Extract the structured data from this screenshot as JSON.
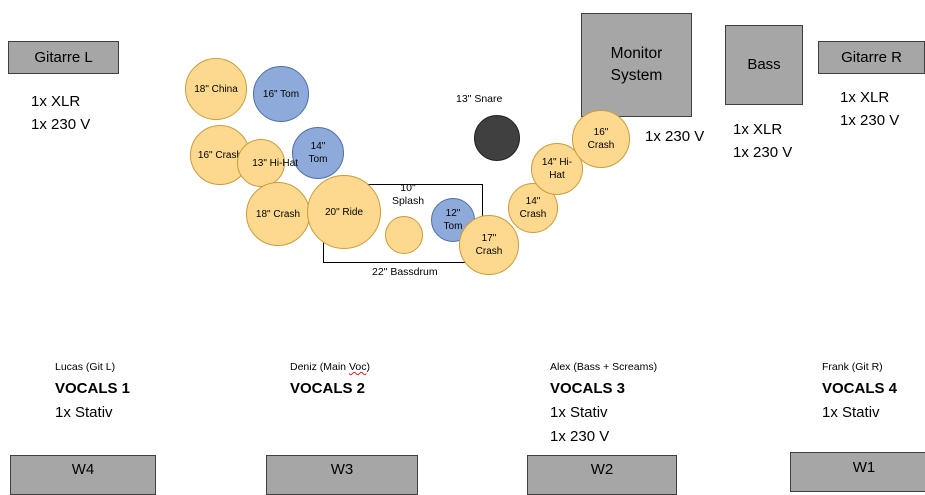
{
  "stage": {
    "gitarre_l": {
      "label": "Gitarre L",
      "req1": "1x XLR",
      "req2": "1x 230 V"
    },
    "monitor": {
      "label": "Monitor\nSystem",
      "req": "1x 230 V"
    },
    "bass": {
      "label": "Bass",
      "req1": "1x XLR",
      "req2": "1x 230 V"
    },
    "gitarre_r": {
      "label": "Gitarre R",
      "req1": "1x XLR",
      "req2": "1x 230 V"
    }
  },
  "drums": {
    "china18": "18\" China",
    "tom16": "16\" Tom",
    "crash16_left": "16\" Crash",
    "hihat13": "13\" Hi-Hat",
    "tom14": "14\"\nTom",
    "crash18": "18\" Crash",
    "ride20": "20\" Ride",
    "splash10": "10\"\nSplash",
    "tom12": "12\"\nTom",
    "crash17": "17\"\nCrash",
    "crash14": "14\"\nCrash",
    "hihat14": "14\" Hi-\nHat",
    "crash16_right": "16\"\nCrash",
    "snare": "13\" Snare",
    "bassdrum": "22\" Bassdrum"
  },
  "vocals": [
    {
      "name": "Lucas (Git L)",
      "channel": "VOCALS 1",
      "line1": "1x Stativ",
      "line2": ""
    },
    {
      "name_pre": "Deniz (Main ",
      "name_err": "Voc",
      "name_post": ")",
      "channel": "VOCALS 2",
      "line1": "",
      "line2": ""
    },
    {
      "name": "Alex (Bass + Screams)",
      "channel": "VOCALS 3",
      "line1": "1x Stativ",
      "line2": "1x 230 V"
    },
    {
      "name": "Frank (Git R)",
      "channel": "VOCALS 4",
      "line1": "1x Stativ",
      "line2": ""
    }
  ],
  "wedges": [
    "W4",
    "W3",
    "W2",
    "W1"
  ]
}
